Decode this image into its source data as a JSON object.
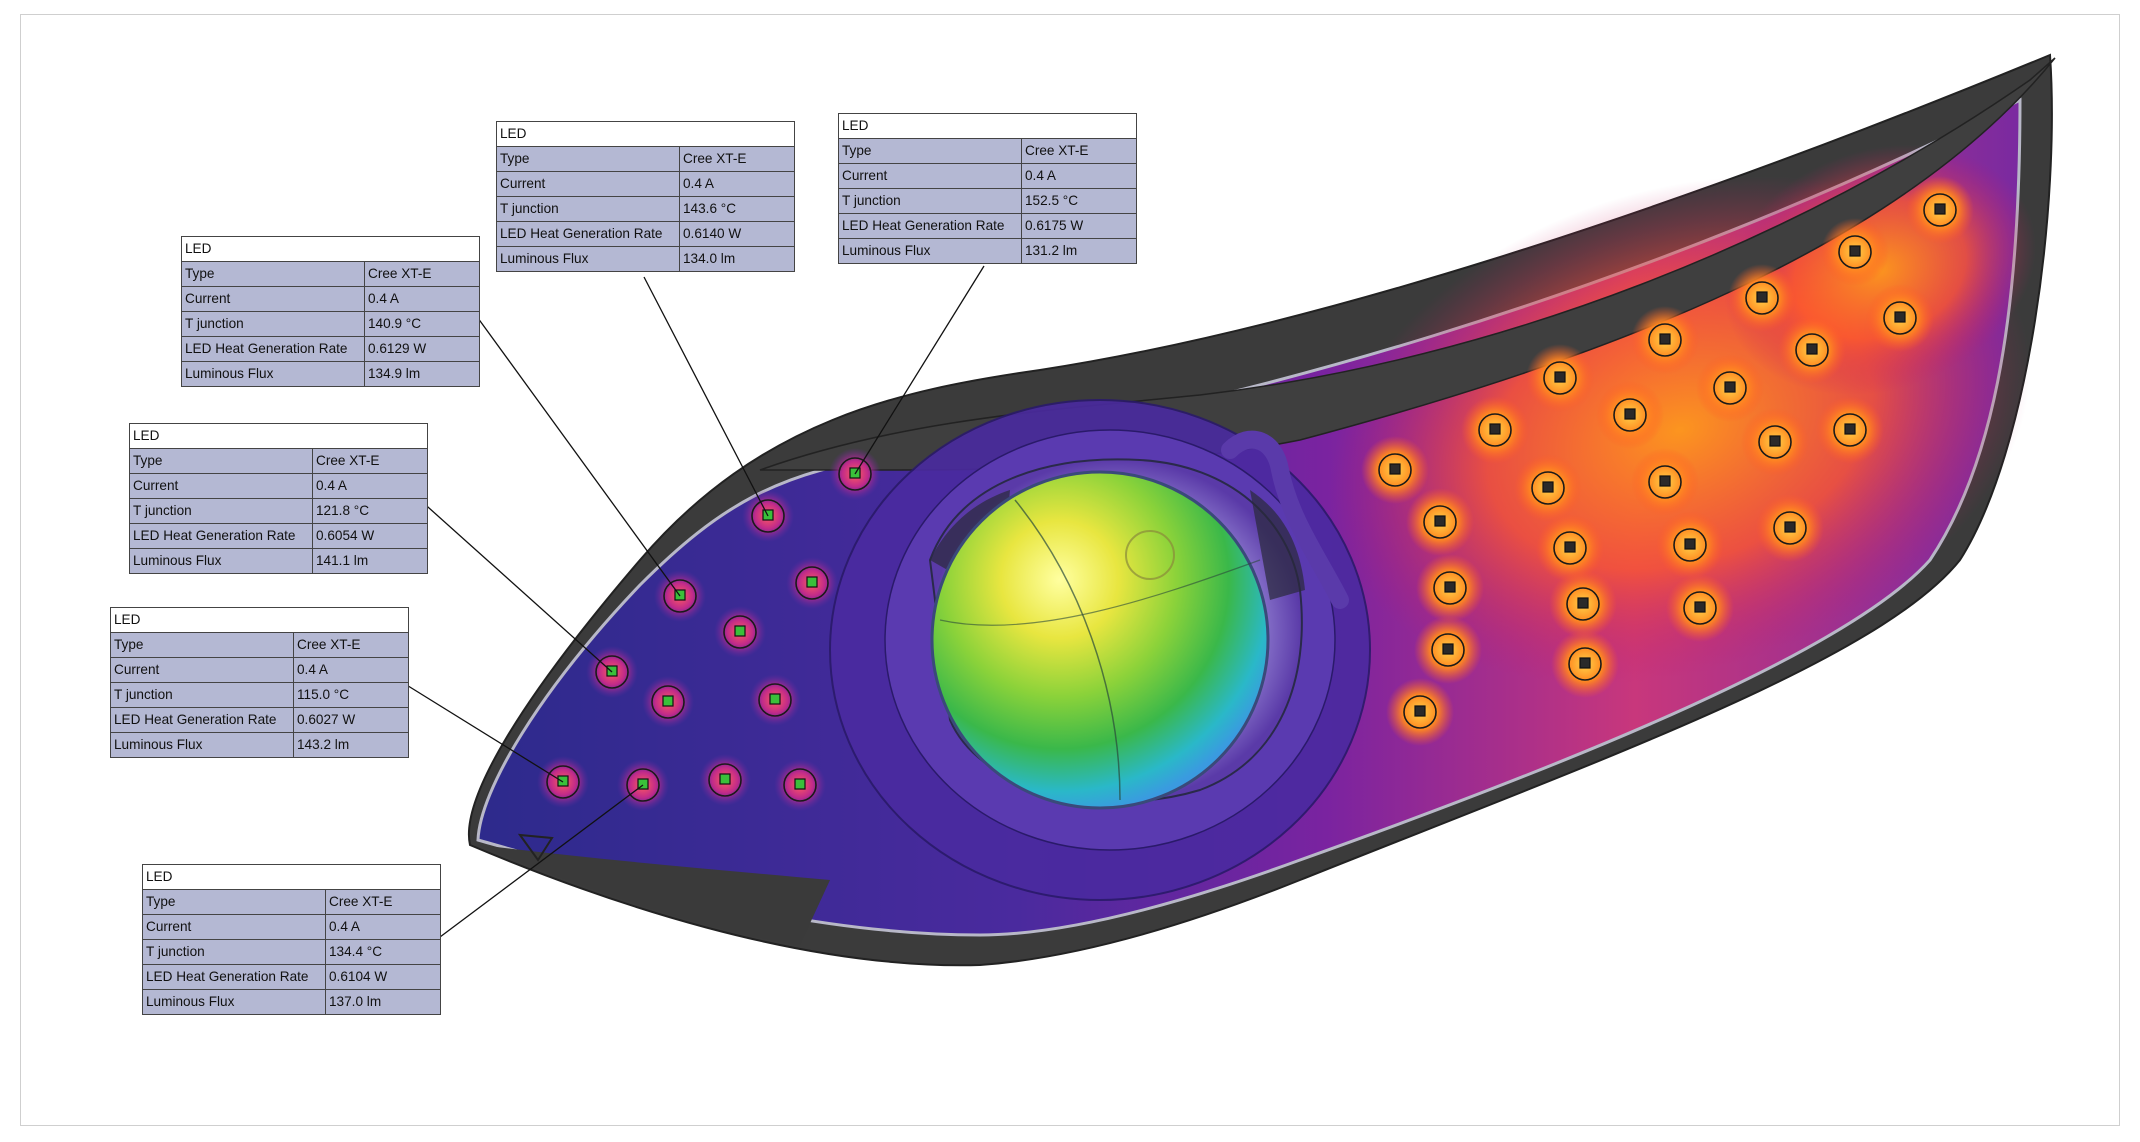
{
  "panels": [
    {
      "id": "p1",
      "header": "LED",
      "rows": [
        {
          "key": "Type",
          "value": "Cree XT-E"
        },
        {
          "key": "Current",
          "value": "0.4 A"
        },
        {
          "key": "T junction",
          "value": "140.9 °C"
        },
        {
          "key": "LED Heat Generation Rate",
          "value": "0.6129 W"
        },
        {
          "key": "Luminous Flux",
          "value": "134.9 lm"
        }
      ]
    },
    {
      "id": "p2",
      "header": "LED",
      "rows": [
        {
          "key": "Type",
          "value": "Cree XT-E"
        },
        {
          "key": "Current",
          "value": "0.4 A"
        },
        {
          "key": "T junction",
          "value": "143.6 °C"
        },
        {
          "key": "LED Heat Generation Rate",
          "value": "0.6140 W"
        },
        {
          "key": "Luminous Flux",
          "value": "134.0 lm"
        }
      ]
    },
    {
      "id": "p3",
      "header": "LED",
      "rows": [
        {
          "key": "Type",
          "value": "Cree XT-E"
        },
        {
          "key": "Current",
          "value": "0.4 A"
        },
        {
          "key": "T junction",
          "value": "152.5 °C"
        },
        {
          "key": "LED Heat Generation Rate",
          "value": "0.6175 W"
        },
        {
          "key": "Luminous Flux",
          "value": "131.2 lm"
        }
      ]
    },
    {
      "id": "p4",
      "header": "LED",
      "rows": [
        {
          "key": "Type",
          "value": "Cree XT-E"
        },
        {
          "key": "Current",
          "value": "0.4 A"
        },
        {
          "key": "T junction",
          "value": "121.8 °C"
        },
        {
          "key": "LED Heat Generation Rate",
          "value": "0.6054 W"
        },
        {
          "key": "Luminous Flux",
          "value": "141.1 lm"
        }
      ]
    },
    {
      "id": "p5",
      "header": "LED",
      "rows": [
        {
          "key": "Type",
          "value": "Cree XT-E"
        },
        {
          "key": "Current",
          "value": "0.4 A"
        },
        {
          "key": "T junction",
          "value": "115.0 °C"
        },
        {
          "key": "LED Heat Generation Rate",
          "value": "0.6027 W"
        },
        {
          "key": "Luminous Flux",
          "value": "143.2 lm"
        }
      ]
    },
    {
      "id": "p6",
      "header": "LED",
      "rows": [
        {
          "key": "Type",
          "value": "Cree XT-E"
        },
        {
          "key": "Current",
          "value": "0.4 A"
        },
        {
          "key": "T junction",
          "value": "134.4 °C"
        },
        {
          "key": "LED Heat Generation Rate",
          "value": "0.6104 W"
        },
        {
          "key": "Luminous Flux",
          "value": "137.0 lm"
        }
      ]
    }
  ],
  "colors": {
    "housing": "#3b3b3b",
    "plate_cool": "#3a2a9a",
    "plate_hot": "#ff8a1e",
    "table_row": "#b4b8d3"
  }
}
